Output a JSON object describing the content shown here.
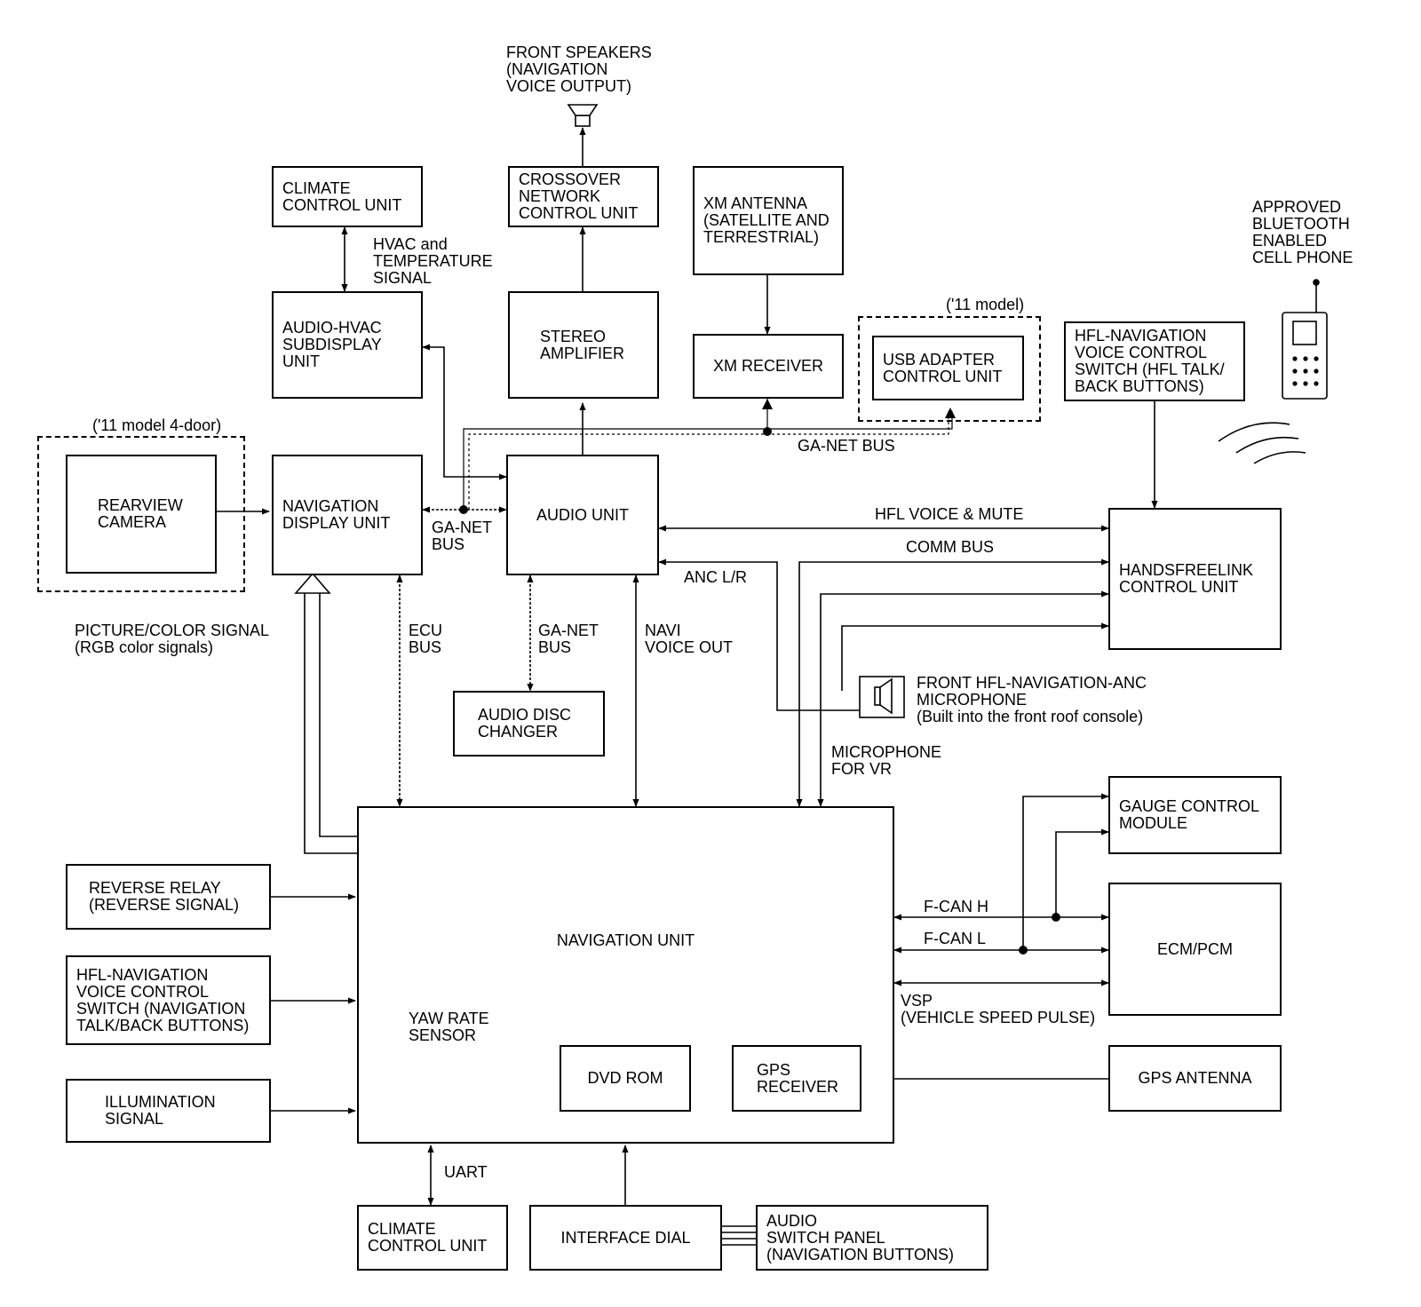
{
  "boxes": {
    "front_speakers": "FRONT SPEAKERS\n(NAVIGATION\nVOICE OUTPUT)",
    "crossover": "CROSSOVER\nNETWORK\nCONTROL UNIT",
    "climate_top": "CLIMATE\nCONTROL UNIT",
    "audio_hvac": "AUDIO-HVAC\nSUBDISPLAY\nUNIT",
    "stereo_amp": "STEREO\nAMPLIFIER",
    "xm_antenna": "XM ANTENNA\n(SATELLITE AND\nTERRESTRIAL)",
    "xm_receiver": "XM RECEIVER",
    "usb_adapter": "USB ADAPTER\nCONTROL UNIT",
    "bt_phone": "APPROVED\nBLUETOOTH\nENABLED\nCELL PHONE",
    "hfl_switch_top": "HFL-NAVIGATION\nVOICE CONTROL\nSWITCH (HFL TALK/\nBACK BUTTONS)",
    "rearview_camera": "REARVIEW\nCAMERA",
    "nav_display": "NAVIGATION\nDISPLAY UNIT",
    "audio_unit": "AUDIO UNIT",
    "handsfreelink": "HANDSFREELINK\nCONTROL UNIT",
    "audio_disc": "AUDIO DISC\nCHANGER",
    "microphone": "FRONT HFL-NAVIGATION-ANC\nMICROPHONE\n(Built into the front roof console)",
    "gauge_control": "GAUGE CONTROL\nMODULE",
    "ecm_pcm": "ECM/PCM",
    "gps_antenna": "GPS ANTENNA",
    "reverse_relay": "REVERSE RELAY\n(REVERSE SIGNAL)",
    "hfl_switch_nav": "HFL-NAVIGATION\nVOICE CONTROL\nSWITCH (NAVIGATION\nTALK/BACK BUTTONS)",
    "illumination": "ILLUMINATION\nSIGNAL",
    "navigation_unit": "NAVIGATION UNIT",
    "yaw_rate": "YAW RATE\nSENSOR",
    "dvd_rom": "DVD ROM",
    "gps_receiver": "GPS\nRECEIVER",
    "climate_bottom": "CLIMATE\nCONTROL UNIT",
    "interface_dial": "INTERFACE DIAL",
    "audio_switch": "AUDIO\nSWITCH PANEL\n(NAVIGATION BUTTONS)"
  },
  "labels": {
    "model_11_usb": "('11 model)",
    "model_11_4door": "('11 model 4-door)",
    "hvac_signal": "HVAC and\nTEMPERATURE\nSIGNAL",
    "ganet_top": "GA-NET BUS",
    "ganet_left": "GA-NET\nBUS",
    "hfl_voice_mute": "HFL VOICE & MUTE",
    "comm_bus": "COMM BUS",
    "anc_lr": "ANC L/R",
    "picture_color": "PICTURE/COLOR SIGNAL\n(RGB color signals)",
    "ecu_bus": "ECU\nBUS",
    "ganet_disc": "GA-NET\nBUS",
    "navi_voice_out": "NAVI\nVOICE OUT",
    "mic_for_vr": "MICROPHONE\nFOR VR",
    "fcan_h": "F-CAN H",
    "fcan_l": "F-CAN L",
    "vsp": "VSP\n(VEHICLE SPEED PULSE)",
    "uart": "UART"
  }
}
